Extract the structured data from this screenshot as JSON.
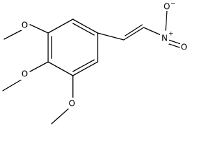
{
  "molecule": {
    "atoms": {
      "nitro_n": "N",
      "nitro_n_charge": "+",
      "nitro_o_minus": "O",
      "nitro_o_minus_charge": "−",
      "nitro_o_double": "O",
      "ome_top_o": "O",
      "ome_mid_o": "O",
      "ome_bot_o": "O"
    }
  }
}
